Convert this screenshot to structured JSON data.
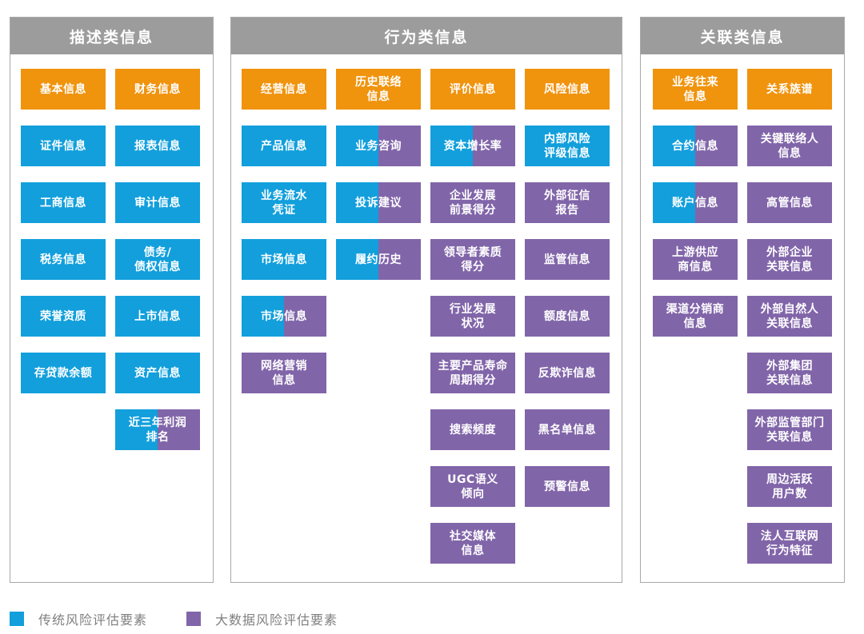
{
  "colors": {
    "orange": "#F0930D",
    "blue": "#129FDC",
    "purple": "#8165A9",
    "header_gray": "#9C9C9C",
    "panel_border": "#A8A8A8",
    "legend_text": "#7F7F7F"
  },
  "panels": [
    {
      "title": "描述类信息",
      "columns": [
        {
          "boxes": [
            {
              "label": "基本信息",
              "style": "orange"
            },
            {
              "label": "证件信息",
              "style": "blue"
            },
            {
              "label": "工商信息",
              "style": "blue"
            },
            {
              "label": "税务信息",
              "style": "blue"
            },
            {
              "label": "荣誉资质",
              "style": "blue"
            },
            {
              "label": "存贷款余额",
              "style": "blue"
            }
          ]
        },
        {
          "boxes": [
            {
              "label": "财务信息",
              "style": "orange"
            },
            {
              "label": "报表信息",
              "style": "blue"
            },
            {
              "label": "审计信息",
              "style": "blue"
            },
            {
              "label": "债务/\n债权信息",
              "style": "blue"
            },
            {
              "label": "上市信息",
              "style": "blue"
            },
            {
              "label": "资产信息",
              "style": "blue"
            },
            {
              "label": "近三年利润\n排名",
              "style": "split"
            }
          ]
        }
      ]
    },
    {
      "title": "行为类信息",
      "columns": [
        {
          "boxes": [
            {
              "label": "经营信息",
              "style": "orange"
            },
            {
              "label": "产品信息",
              "style": "blue"
            },
            {
              "label": "业务流水\n凭证",
              "style": "blue"
            },
            {
              "label": "市场信息",
              "style": "blue"
            },
            {
              "label": "市场信息",
              "style": "split"
            },
            {
              "label": "网络营销\n信息",
              "style": "purple"
            }
          ]
        },
        {
          "boxes": [
            {
              "label": "历史联络\n信息",
              "style": "orange"
            },
            {
              "label": "业务咨询",
              "style": "split"
            },
            {
              "label": "投诉建议",
              "style": "split"
            },
            {
              "label": "履约历史",
              "style": "split"
            }
          ]
        },
        {
          "boxes": [
            {
              "label": "评价信息",
              "style": "orange"
            },
            {
              "label": "资本增长率",
              "style": "split"
            },
            {
              "label": "企业发展\n前景得分",
              "style": "purple"
            },
            {
              "label": "领导者素质\n得分",
              "style": "purple"
            },
            {
              "label": "行业发展\n状况",
              "style": "purple"
            },
            {
              "label": "主要产品寿命\n周期得分",
              "style": "purple"
            },
            {
              "label": "搜索频度",
              "style": "purple"
            },
            {
              "label": "UGC语义\n倾向",
              "style": "purple"
            },
            {
              "label": "社交媒体\n信息",
              "style": "purple"
            }
          ]
        },
        {
          "boxes": [
            {
              "label": "风险信息",
              "style": "orange"
            },
            {
              "label": "内部风险\n评级信息",
              "style": "blue"
            },
            {
              "label": "外部征信\n报告",
              "style": "purple"
            },
            {
              "label": "监管信息",
              "style": "purple"
            },
            {
              "label": "额度信息",
              "style": "purple"
            },
            {
              "label": "反欺诈信息",
              "style": "purple"
            },
            {
              "label": "黑名单信息",
              "style": "purple"
            },
            {
              "label": "预警信息",
              "style": "purple"
            }
          ]
        }
      ]
    },
    {
      "title": "关联类信息",
      "columns": [
        {
          "boxes": [
            {
              "label": "业务往来\n信息",
              "style": "orange"
            },
            {
              "label": "合约信息",
              "style": "split"
            },
            {
              "label": "账户信息",
              "style": "split"
            },
            {
              "label": "上游供应\n商信息",
              "style": "purple"
            },
            {
              "label": "渠道分销商\n信息",
              "style": "purple"
            }
          ]
        },
        {
          "boxes": [
            {
              "label": "关系族谱",
              "style": "orange"
            },
            {
              "label": "关键联络人\n信息",
              "style": "purple"
            },
            {
              "label": "高管信息",
              "style": "purple"
            },
            {
              "label": "外部企业\n关联信息",
              "style": "purple"
            },
            {
              "label": "外部自然人\n关联信息",
              "style": "purple"
            },
            {
              "label": "外部集团\n关联信息",
              "style": "purple"
            },
            {
              "label": "外部监管部门\n关联信息",
              "style": "purple"
            },
            {
              "label": "周边活跃\n用户数",
              "style": "purple"
            },
            {
              "label": "法人互联网\n行为特征",
              "style": "purple"
            }
          ]
        }
      ]
    }
  ],
  "legend": {
    "items": [
      {
        "label": "传统风险评估要素",
        "color": "#129FDC"
      },
      {
        "label": "大数据风险评估要素",
        "color": "#8165A9"
      }
    ]
  }
}
